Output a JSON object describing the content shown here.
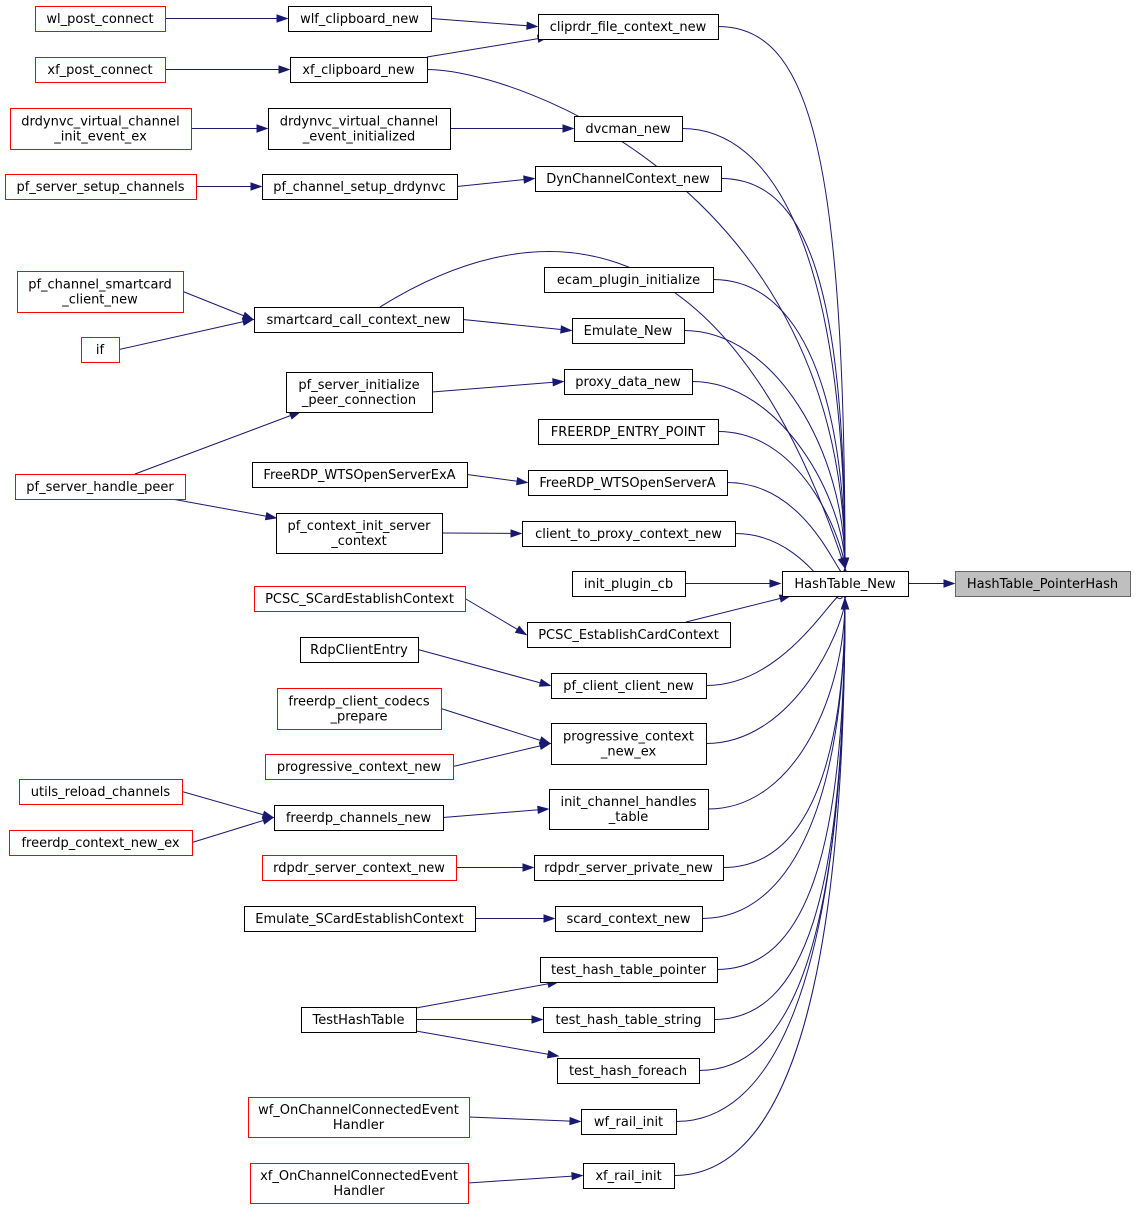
{
  "colors": {
    "edge": "#191970",
    "node_fill": "#ffffff",
    "node_border": "#000000",
    "truncated_border": "#ff0000",
    "highlight_fill": "#bfbfbf",
    "highlight_border": "#666666"
  },
  "nodes": {
    "n_ptrhash": {
      "lines": [
        "HashTable_PointerHash"
      ],
      "style": "highlight"
    },
    "n_htnew": {
      "lines": [
        "HashTable_New"
      ],
      "style": "normal"
    },
    "n_cliprdr": {
      "lines": [
        "cliprdr_file_context_new"
      ],
      "style": "normal"
    },
    "n_wlfclip": {
      "lines": [
        "wlf_clipboard_new"
      ],
      "style": "normal"
    },
    "n_wlpost": {
      "lines": [
        "wl_post_connect"
      ],
      "style": "truncated"
    },
    "n_xfclip": {
      "lines": [
        "xf_clipboard_new"
      ],
      "style": "normal"
    },
    "n_xfpost": {
      "lines": [
        "xf_post_connect"
      ],
      "style": "truncated"
    },
    "n_dvcman": {
      "lines": [
        "dvcman_new"
      ],
      "style": "normal"
    },
    "n_drdyinit": {
      "lines": [
        "drdynvc_virtual_channel",
        "_event_initialized"
      ],
      "style": "normal"
    },
    "n_drdyex": {
      "lines": [
        "drdynvc_virtual_channel",
        "_init_event_ex"
      ],
      "style": "truncated"
    },
    "n_dynctx": {
      "lines": [
        "DynChannelContext_new"
      ],
      "style": "normal"
    },
    "n_pfsetupdrd": {
      "lines": [
        "pf_channel_setup_drdynvc"
      ],
      "style": "normal"
    },
    "n_pfsetupch": {
      "lines": [
        "pf_server_setup_channels"
      ],
      "style": "truncated"
    },
    "n_scctx": {
      "lines": [
        "smartcard_call_context_new"
      ],
      "style": "normal"
    },
    "n_pfsmart": {
      "lines": [
        "pf_channel_smartcard",
        "_client_new"
      ],
      "style": "truncated"
    },
    "n_if": {
      "lines": [
        "if"
      ],
      "style": "truncated"
    },
    "n_ecam": {
      "lines": [
        "ecam_plugin_initialize"
      ],
      "style": "normal"
    },
    "n_emunew": {
      "lines": [
        "Emulate_New"
      ],
      "style": "normal"
    },
    "n_proxydata": {
      "lines": [
        "proxy_data_new"
      ],
      "style": "normal"
    },
    "n_pfinitpeer": {
      "lines": [
        "pf_server_initialize",
        "_peer_connection"
      ],
      "style": "normal"
    },
    "n_pfhandle": {
      "lines": [
        "pf_server_handle_peer"
      ],
      "style": "truncated"
    },
    "n_entry": {
      "lines": [
        "FREERDP_ENTRY_POINT"
      ],
      "style": "normal"
    },
    "n_wtsA": {
      "lines": [
        "FreeRDP_WTSOpenServerA"
      ],
      "style": "normal"
    },
    "n_wtsExA": {
      "lines": [
        "FreeRDP_WTSOpenServerExA"
      ],
      "style": "normal"
    },
    "n_c2p": {
      "lines": [
        "client_to_proxy_context_new"
      ],
      "style": "normal"
    },
    "n_pfctxinit": {
      "lines": [
        "pf_context_init_server",
        "_context"
      ],
      "style": "normal"
    },
    "n_initcb": {
      "lines": [
        "init_plugin_cb"
      ],
      "style": "normal"
    },
    "n_pcscestab": {
      "lines": [
        "PCSC_EstablishCardContext"
      ],
      "style": "normal"
    },
    "n_pcscscard": {
      "lines": [
        "PCSC_SCardEstablishContext"
      ],
      "style": "truncated"
    },
    "n_pfclient": {
      "lines": [
        "pf_client_client_new"
      ],
      "style": "normal"
    },
    "n_rdpentry": {
      "lines": [
        "RdpClientEntry"
      ],
      "style": "normal"
    },
    "n_progex": {
      "lines": [
        "progressive_context",
        "_new_ex"
      ],
      "style": "normal"
    },
    "n_codecs": {
      "lines": [
        "freerdp_client_codecs",
        "_prepare"
      ],
      "style": "truncated"
    },
    "n_prognew": {
      "lines": [
        "progressive_context_new"
      ],
      "style": "truncated"
    },
    "n_inithandles": {
      "lines": [
        "init_channel_handles",
        "_table"
      ],
      "style": "normal"
    },
    "n_chnew": {
      "lines": [
        "freerdp_channels_new"
      ],
      "style": "normal"
    },
    "n_reload": {
      "lines": [
        "utils_reload_channels"
      ],
      "style": "truncated"
    },
    "n_ctxnewex": {
      "lines": [
        "freerdp_context_new_ex"
      ],
      "style": "truncated"
    },
    "n_rdpdrpriv": {
      "lines": [
        "rdpdr_server_private_new"
      ],
      "style": "normal"
    },
    "n_rdpdrctx": {
      "lines": [
        "rdpdr_server_context_new"
      ],
      "style": "truncated"
    },
    "n_scardctx": {
      "lines": [
        "scard_context_new"
      ],
      "style": "normal"
    },
    "n_emuestab": {
      "lines": [
        "Emulate_SCardEstablishContext"
      ],
      "style": "normal"
    },
    "n_tptr": {
      "lines": [
        "test_hash_table_pointer"
      ],
      "style": "normal"
    },
    "n_tstr": {
      "lines": [
        "test_hash_table_string"
      ],
      "style": "normal"
    },
    "n_tforeach": {
      "lines": [
        "test_hash_foreach"
      ],
      "style": "normal"
    },
    "n_testht": {
      "lines": [
        "TestHashTable"
      ],
      "style": "normal"
    },
    "n_wfrail": {
      "lines": [
        "wf_rail_init"
      ],
      "style": "normal"
    },
    "n_wfhandler": {
      "lines": [
        "wf_OnChannelConnectedEvent",
        "Handler"
      ],
      "style": "truncated"
    },
    "n_xfrail": {
      "lines": [
        "xf_rail_init"
      ],
      "style": "normal"
    },
    "n_xfhandler": {
      "lines": [
        "xf_OnChannelConnectedEvent",
        "Handler"
      ],
      "style": "truncated"
    }
  },
  "edges": [
    [
      "n_htnew",
      "n_ptrhash"
    ],
    [
      "n_cliprdr",
      "n_htnew"
    ],
    [
      "n_wlfclip",
      "n_cliprdr"
    ],
    [
      "n_wlpost",
      "n_wlfclip"
    ],
    [
      "n_xfclip",
      "n_cliprdr"
    ],
    [
      "n_xfclip",
      "n_htnew"
    ],
    [
      "n_xfpost",
      "n_xfclip"
    ],
    [
      "n_dvcman",
      "n_htnew"
    ],
    [
      "n_drdyinit",
      "n_dvcman"
    ],
    [
      "n_drdyex",
      "n_drdyinit"
    ],
    [
      "n_dynctx",
      "n_htnew"
    ],
    [
      "n_pfsetupdrd",
      "n_dynctx"
    ],
    [
      "n_pfsetupch",
      "n_pfsetupdrd"
    ],
    [
      "n_scctx",
      "n_htnew"
    ],
    [
      "n_scctx",
      "n_emunew"
    ],
    [
      "n_pfsmart",
      "n_scctx"
    ],
    [
      "n_if",
      "n_scctx"
    ],
    [
      "n_ecam",
      "n_htnew"
    ],
    [
      "n_emunew",
      "n_htnew"
    ],
    [
      "n_proxydata",
      "n_htnew"
    ],
    [
      "n_pfinitpeer",
      "n_proxydata"
    ],
    [
      "n_pfhandle",
      "n_pfinitpeer"
    ],
    [
      "n_pfhandle",
      "n_pfctxinit"
    ],
    [
      "n_entry",
      "n_htnew"
    ],
    [
      "n_wtsA",
      "n_htnew"
    ],
    [
      "n_wtsExA",
      "n_wtsA"
    ],
    [
      "n_c2p",
      "n_htnew"
    ],
    [
      "n_pfctxinit",
      "n_c2p"
    ],
    [
      "n_initcb",
      "n_htnew"
    ],
    [
      "n_pcscestab",
      "n_htnew"
    ],
    [
      "n_pcscscard",
      "n_pcscestab"
    ],
    [
      "n_pfclient",
      "n_htnew"
    ],
    [
      "n_rdpentry",
      "n_pfclient"
    ],
    [
      "n_progex",
      "n_htnew"
    ],
    [
      "n_codecs",
      "n_progex"
    ],
    [
      "n_prognew",
      "n_progex"
    ],
    [
      "n_inithandles",
      "n_htnew"
    ],
    [
      "n_chnew",
      "n_inithandles"
    ],
    [
      "n_reload",
      "n_chnew"
    ],
    [
      "n_ctxnewex",
      "n_chnew"
    ],
    [
      "n_rdpdrpriv",
      "n_htnew"
    ],
    [
      "n_rdpdrctx",
      "n_rdpdrpriv"
    ],
    [
      "n_scardctx",
      "n_htnew"
    ],
    [
      "n_emuestab",
      "n_scardctx"
    ],
    [
      "n_tptr",
      "n_htnew"
    ],
    [
      "n_tstr",
      "n_htnew"
    ],
    [
      "n_tforeach",
      "n_htnew"
    ],
    [
      "n_testht",
      "n_tptr"
    ],
    [
      "n_testht",
      "n_tstr"
    ],
    [
      "n_testht",
      "n_tforeach"
    ],
    [
      "n_wfrail",
      "n_htnew"
    ],
    [
      "n_wfhandler",
      "n_wfrail"
    ],
    [
      "n_xfrail",
      "n_htnew"
    ],
    [
      "n_xfhandler",
      "n_xfrail"
    ]
  ]
}
